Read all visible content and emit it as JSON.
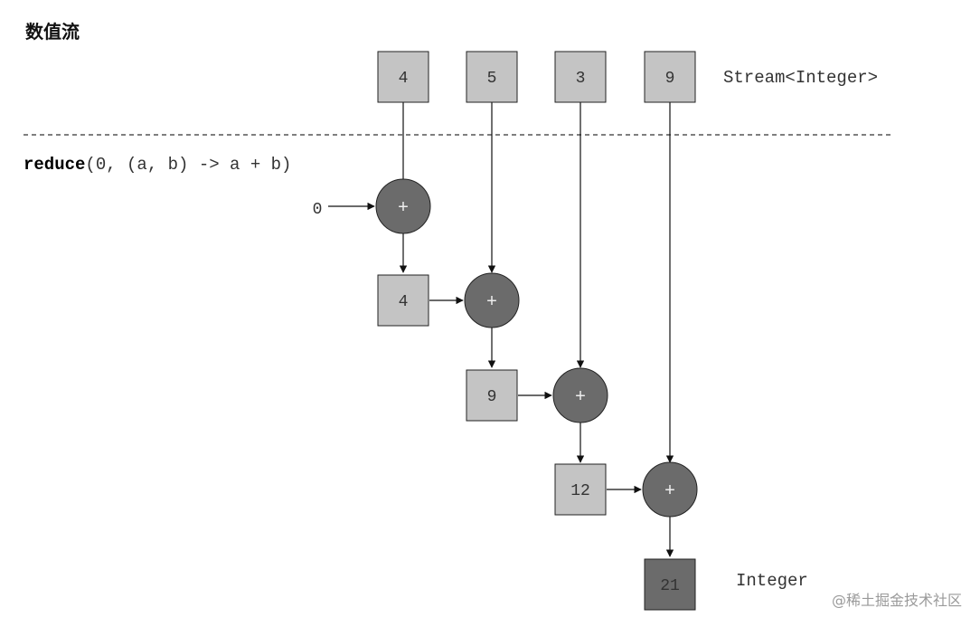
{
  "header": {
    "title": "数值流"
  },
  "stream": {
    "values": [
      "4",
      "5",
      "3",
      "9"
    ],
    "type_label": "Stream<Integer>"
  },
  "reduce": {
    "keyword": "reduce",
    "args": "(0, (a, b) -> a + b)",
    "initial": "0",
    "operator": "+"
  },
  "partials": [
    "4",
    "9",
    "12"
  ],
  "result": {
    "value": "21",
    "type_label": "Integer"
  },
  "watermark": "@稀土掘金技术社区",
  "colors": {
    "input_box": "#c4c4c4",
    "partial_box": "#c4c4c4",
    "result_box": "#6b6b6b",
    "operator_circle": "#6b6b6b"
  }
}
